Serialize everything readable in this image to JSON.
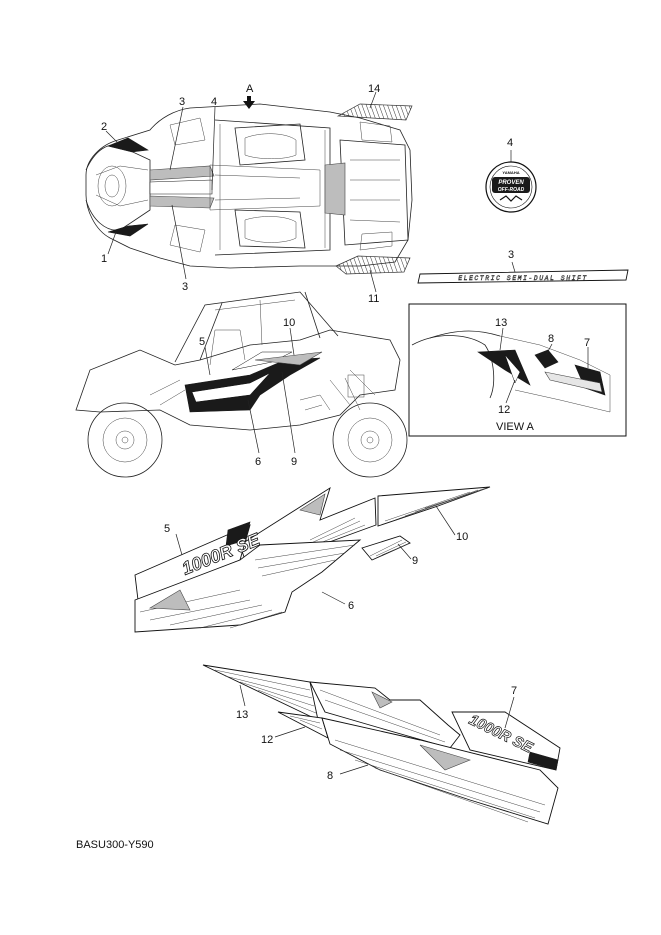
{
  "callouts": {
    "n1": "1",
    "n2": "2",
    "n3a": "3",
    "n3b": "3",
    "n3c": "3",
    "n4a": "4",
    "n4b": "4",
    "n5a": "5",
    "n5b": "5",
    "n6a": "6",
    "n6b": "6",
    "n7a": "7",
    "n7b": "7",
    "n8a": "8",
    "n8b": "8",
    "n9a": "9",
    "n9b": "9",
    "n10a": "10",
    "n10b": "10",
    "n11": "11",
    "n12a": "12",
    "n12b": "12",
    "n13a": "13",
    "n13b": "13",
    "n14": "14",
    "arrow_a": "A"
  },
  "view_label": "VIEW A",
  "part_code": "BASU300-Y590",
  "emblem": {
    "top": "YAMAHA",
    "line1": "PROVEN",
    "line2": "OFF-ROAD"
  },
  "stripe_text": "ELECTRIC SEMI-DUAL SHIFT",
  "decal_model": "1000R SE",
  "colors": {
    "ink": "#111111",
    "decal_dark": "#1a1a1a",
    "paper": "#ffffff"
  },
  "icons": [
    "arrow-down-icon"
  ]
}
